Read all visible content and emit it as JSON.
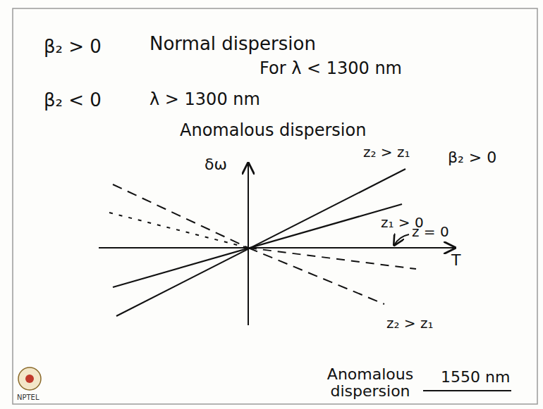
{
  "diagram": {
    "labels": [
      "β₂ > 0",
      "Normal dispersion",
      "For λ < 1300 nm",
      "β₂ < 0",
      "λ > 1300 nm",
      "Anomalous dispersion",
      "δω",
      "z₂ > z₁",
      "β₂ > 0",
      "z₁ > 0",
      "z = 0",
      "T",
      "z₂ > z₁",
      "Anomalous dispersion",
      "1550 nm",
      "NPTEL"
    ]
  }
}
